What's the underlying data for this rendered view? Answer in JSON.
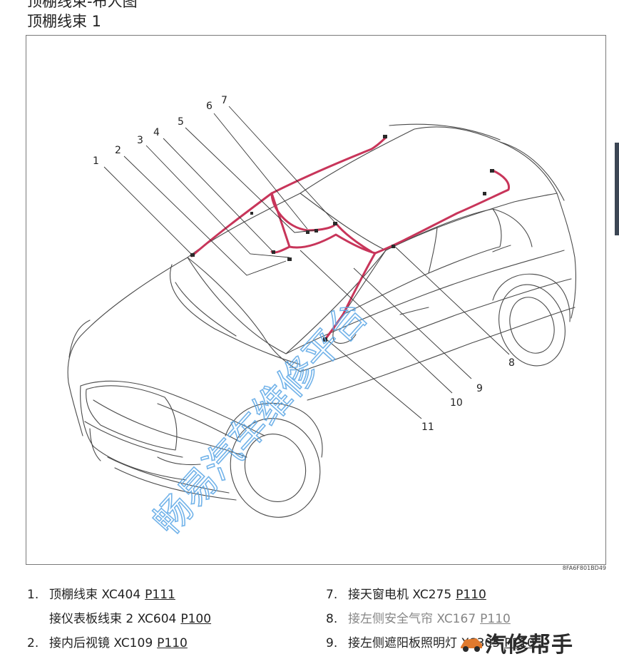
{
  "header": {
    "cut_title": "顶棚线束-布人图",
    "title": "顶棚线束 1"
  },
  "figure": {
    "callouts": [
      "1",
      "2",
      "3",
      "4",
      "5",
      "6",
      "7",
      "8",
      "9",
      "10",
      "11"
    ],
    "code": "8FA6F801BD49",
    "watermark": "畅易汽车维修平台",
    "harness_color": "#c8355a",
    "watermark_color": "#5aa6e6"
  },
  "legend": {
    "left": [
      {
        "num": "1.",
        "text": "顶棚线束 XC404",
        "page": "P111"
      },
      {
        "num": "",
        "text": "接仪表板线束 2 XC604",
        "page": "P100"
      },
      {
        "num": "2.",
        "text": "接内后视镜 XC109",
        "page": "P110"
      }
    ],
    "right": [
      {
        "num": "7.",
        "text": "接天窗电机 XC275",
        "page": "P110"
      },
      {
        "num": "8.",
        "text": "接左侧安全气帘 XC167",
        "page": "P110"
      },
      {
        "num": "9.",
        "text": "接左侧遮阳板照明灯 XC305",
        "page": "P110"
      }
    ]
  },
  "logo": {
    "text": "汽修帮手"
  }
}
